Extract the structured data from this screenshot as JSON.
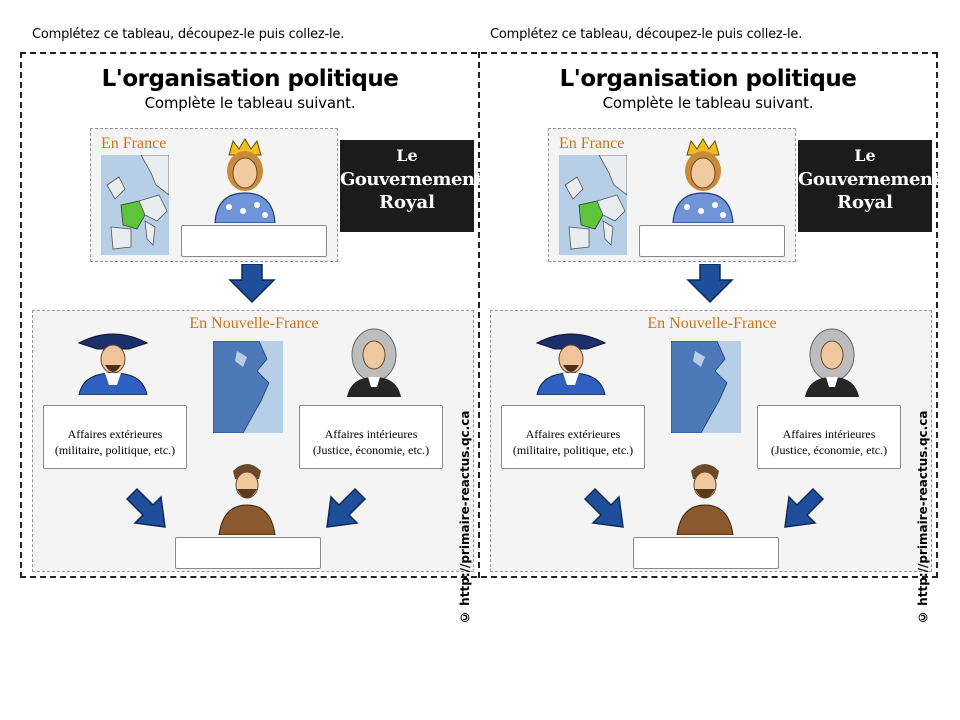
{
  "instruction": "Complétez ce tableau, découpez-le puis collez-le.",
  "card": {
    "title": "L'organisation politique",
    "subtitle": "Complète le tableau suivant.",
    "france_label": "En France",
    "gouvernement": {
      "line1": "Le",
      "line2": "Gouvernement",
      "line3": "Royal"
    },
    "nouvelle_france_label": "En Nouvelle-France",
    "affaires_exterieures": {
      "line1": "Affaires extérieures",
      "line2": "(militaire, politique, etc.)"
    },
    "affaires_interieures": {
      "line1": "Affaires intérieures",
      "line2": "(Justice, économie, etc.)"
    },
    "copyright": "© http://primaire-reactus.qc.ca"
  },
  "colors": {
    "label_orange": "#c8741c",
    "arrow_blue": "#1f4e9a",
    "gouv_black": "#1b1b1b"
  },
  "icons": [
    "europe-map-icon",
    "king-icon",
    "arrow-down-icon",
    "governor-icon",
    "america-map-icon",
    "intendant-icon",
    "bishop-icon",
    "arrow-diagonal-icon"
  ]
}
